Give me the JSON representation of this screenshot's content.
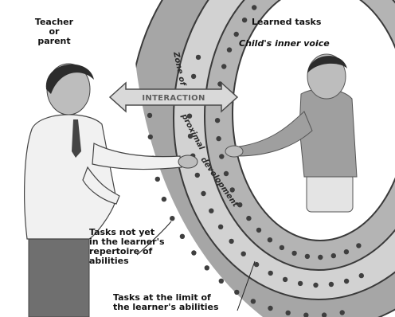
{
  "labels": {
    "teacher_line1": "Teacher",
    "teacher_line2": "or",
    "teacher_line3": "parent",
    "learned_tasks": "Learned tasks",
    "inner_voice": "Child's inner voice",
    "interaction": "INTERACTION",
    "zone_part1": "Zone of",
    "zone_part2": "proximal",
    "zone_part3": "development",
    "not_yet_line1": "Tasks not yet",
    "not_yet_line2": "in the learner's",
    "not_yet_line3": "repertoire of",
    "not_yet_line4": "abilities",
    "limit_line1": "Tasks at the limit of",
    "limit_line2": "the learner's abilities"
  },
  "colors": {
    "outer_ring": "#a6a6a6",
    "zone_ring": "#d2d2d2",
    "inner_ring": "#b4b4b4",
    "dots": "#3f3f3f",
    "teacher_jacket": "#f1f1f1",
    "teacher_trousers": "#6f6f6f",
    "teacher_hair": "#2c2c2c",
    "child_shirt": "#9f9f9f",
    "child_trousers": "#e4e4e4",
    "skin": "#bdbdbd",
    "arrow_fill": "#d9d9d9",
    "arrow_text": "#5e5e5e"
  }
}
